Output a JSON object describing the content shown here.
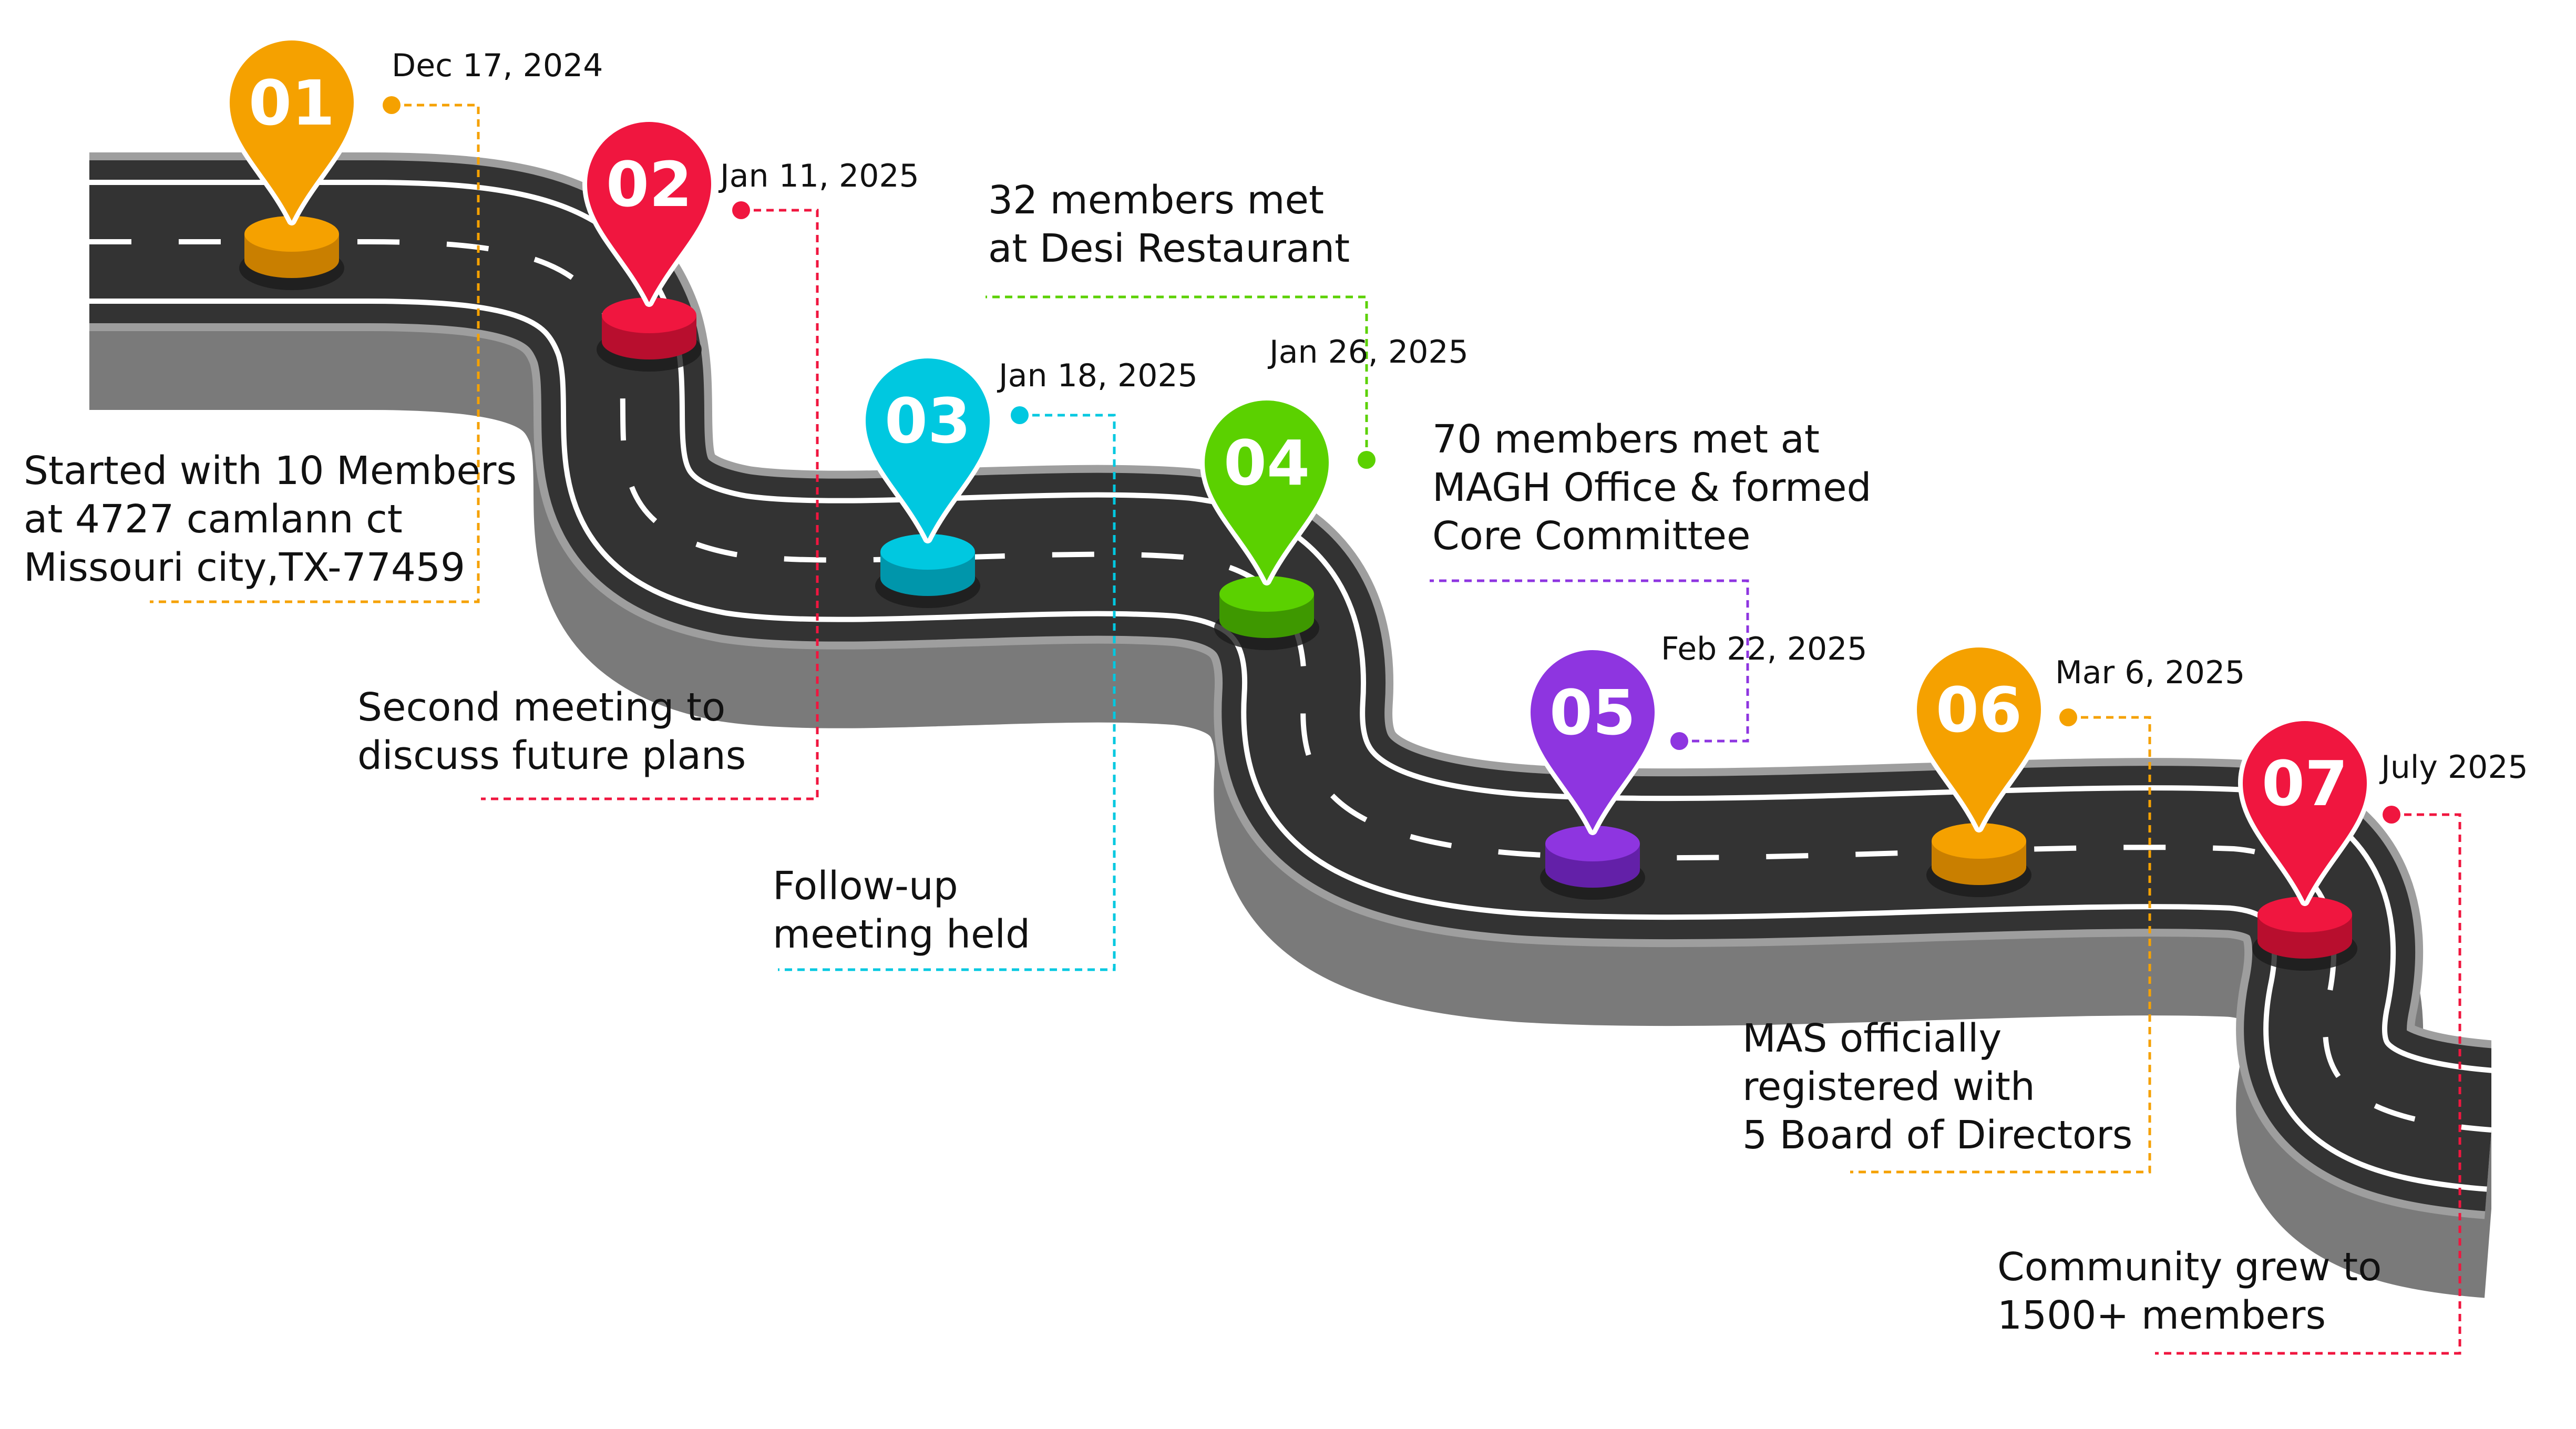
{
  "milestones": [
    {
      "number": "01",
      "date": "Dec 17, 2024",
      "desc": [
        "Started with 10 Members",
        "at 4727 camlann ct",
        "Missouri city,TX-77459"
      ],
      "color": "#F5A100",
      "color_dark": "#C97F00"
    },
    {
      "number": "02",
      "date": "Jan 11, 2025",
      "desc": [
        "Second meeting to",
        "discuss future plans"
      ],
      "color": "#F0163F",
      "color_dark": "#B80E2E"
    },
    {
      "number": "03",
      "date": "Jan 18, 2025",
      "desc": [
        "Follow-up",
        "meeting held"
      ],
      "color": "#00C8E0",
      "color_dark": "#0096AB"
    },
    {
      "number": "04",
      "date": "Jan 26, 2025",
      "desc": [
        "32 members met",
        "at Desi Restaurant"
      ],
      "color": "#5BD100",
      "color_dark": "#3E9800"
    },
    {
      "number": "05",
      "date": "Feb 22, 2025",
      "desc": [
        "70 members met at",
        "MAGH Office & formed",
        "Core Committee"
      ],
      "color": "#8E35E0",
      "color_dark": "#6320A8"
    },
    {
      "number": "06",
      "date": "Mar 6, 2025",
      "desc": [
        "MAS officially",
        "registered with",
        "5 Board of Directors"
      ],
      "color": "#F5A100",
      "color_dark": "#C97F00"
    },
    {
      "number": "07",
      "date": "July 2025",
      "desc": [
        "Community grew to",
        "1500+ members"
      ],
      "color": "#F0163F",
      "color_dark": "#B80E2E"
    }
  ],
  "road": {
    "asphalt_color": "#333333",
    "side_color": "#7A7A7A",
    "edge_color": "#9E9E9E",
    "line_color": "#FFFFFF"
  }
}
